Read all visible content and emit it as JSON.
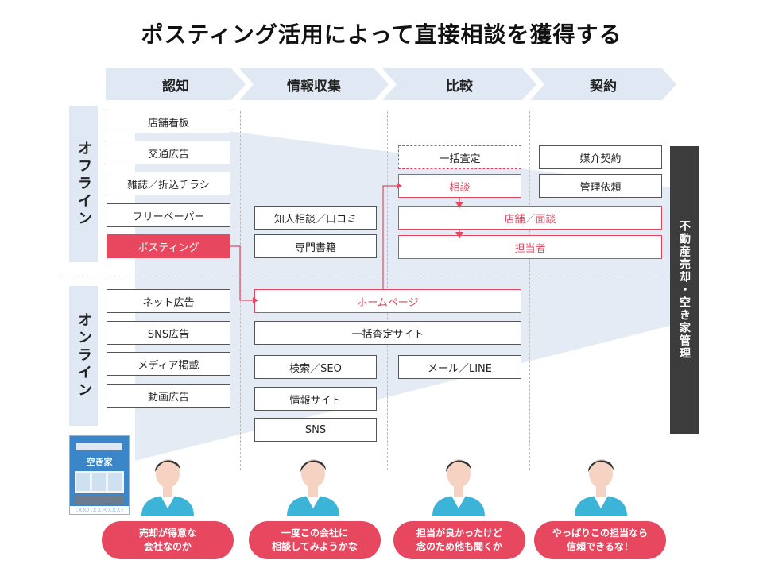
{
  "title": "ポスティング活用によって直接相談を獲得する",
  "stages": [
    "認知",
    "情報収集",
    "比較",
    "契約"
  ],
  "rows": {
    "offline": "オフライン",
    "online": "オンライン"
  },
  "awareness": {
    "offline": [
      "店舗看板",
      "交通広告",
      "雑誌／折込チラシ",
      "フリーペーパー",
      "ポスティング"
    ],
    "online": [
      "ネット広告",
      "SNS広告",
      "メディア掲載",
      "動画広告"
    ]
  },
  "research": {
    "offline": [
      "知人相談／口コミ",
      "専門書籍"
    ],
    "homepage": "ホームページ",
    "bulk_site": "一括査定サイト",
    "online": [
      "検索／SEO",
      "情報サイト",
      "SNS"
    ]
  },
  "compare": {
    "bulk": "一括査定",
    "consult": "相談",
    "store": "店舗／面談",
    "agent": "担当者",
    "mail": "メール／LINE"
  },
  "contract": [
    "媒介契約",
    "管理依頼"
  ],
  "company": "不動産売却・空き家管理",
  "flyer": {
    "title": "空き家",
    "footer": "◯◯◯ ◯◯◯-◯◯◯◯",
    "colors": {
      "primary": "#3a86c8",
      "accent": "#f4f4f4"
    }
  },
  "bubbles": [
    [
      "売却が得意な",
      "会社なのか"
    ],
    [
      "一度この会社に",
      "相談してみようかな"
    ],
    [
      "担当が良かったけど",
      "念のため他も聞くか"
    ],
    [
      "やっぱりこの担当なら",
      "信頼できるな！"
    ]
  ],
  "colors": {
    "accent": "#e8485f",
    "stage_bg": "#dfe8f3",
    "funnel": "#e4ebf4",
    "dark": "#3c3c3c",
    "person_shirt": "#3cb4d8",
    "person_skin": "#f6d2c2"
  }
}
